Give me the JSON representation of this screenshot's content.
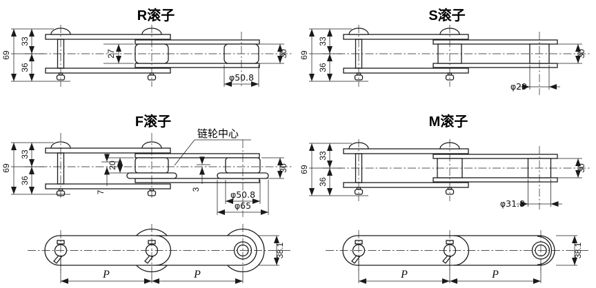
{
  "style": {
    "line_color": "#1a1a1a",
    "background": "#ffffff"
  },
  "views": {
    "r": {
      "title": "R滚子",
      "total_height": "69",
      "upper": "33",
      "lower": "36",
      "roller_width": "27",
      "roller_height": "30",
      "roller_dia": "φ50.8"
    },
    "s": {
      "title": "S滚子",
      "total_height": "69",
      "upper": "33",
      "lower": "36",
      "roller_height": "30",
      "roller_dia": "φ29"
    },
    "f": {
      "title": "F滚子",
      "sprocket_center_label": "链轮中心",
      "total_height": "69",
      "upper": "33",
      "lower": "36",
      "roller_width": "20",
      "offset_left": "7",
      "offset_right": "3",
      "roller_height": "30",
      "roller_dia": "φ50.8",
      "flange_dia": "φ65"
    },
    "m": {
      "title": "M滚子",
      "total_height": "69",
      "upper": "33",
      "lower": "36",
      "roller_height": "30",
      "roller_dia": "φ31.8"
    }
  },
  "plans": {
    "left": {
      "pitch_label_1": "P",
      "pitch_label_2": "P",
      "plate_width": "38.1"
    },
    "right": {
      "pitch_label_1": "P",
      "pitch_label_2": "P",
      "plate_width": "38.1"
    }
  }
}
